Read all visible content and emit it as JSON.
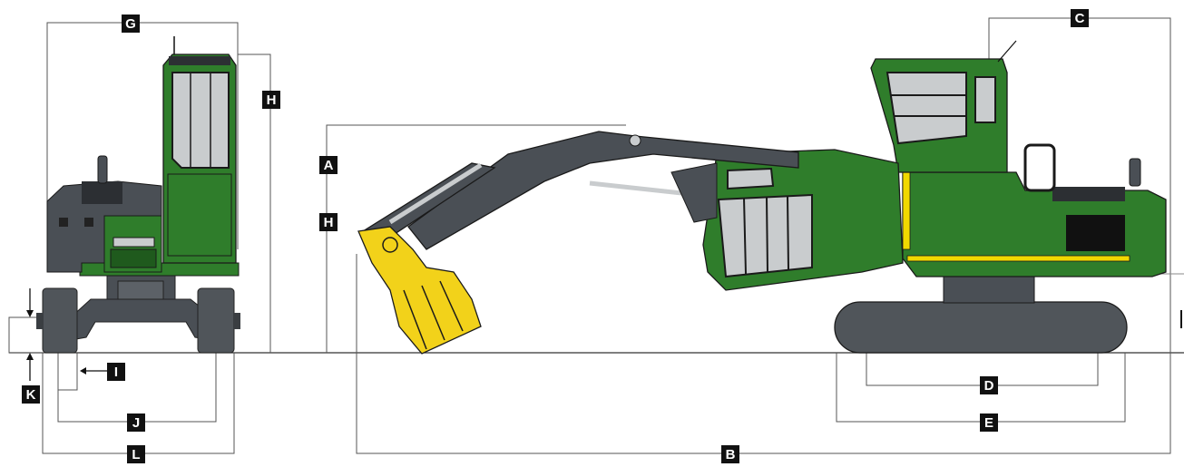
{
  "diagram": {
    "colors": {
      "machine_green": "#2f7d2b",
      "dark_green": "#1f5a1d",
      "boom_gray": "#4a4f55",
      "track_gray": "#50555a",
      "glass": "#c9ccce",
      "attachment_yellow": "#f2d21a",
      "stripe_yellow": "#f1d800",
      "label_bg": "#111111",
      "label_text": "#ffffff",
      "dimension_line": "#555555"
    },
    "labels": {
      "A": "A",
      "B": "B",
      "C": "C",
      "D": "D",
      "E": "E",
      "G": "G",
      "H_front": "H",
      "H_side": "H",
      "I": "I",
      "J": "J",
      "K": "K",
      "L": "L"
    },
    "views": [
      "front-view",
      "side-view"
    ]
  }
}
